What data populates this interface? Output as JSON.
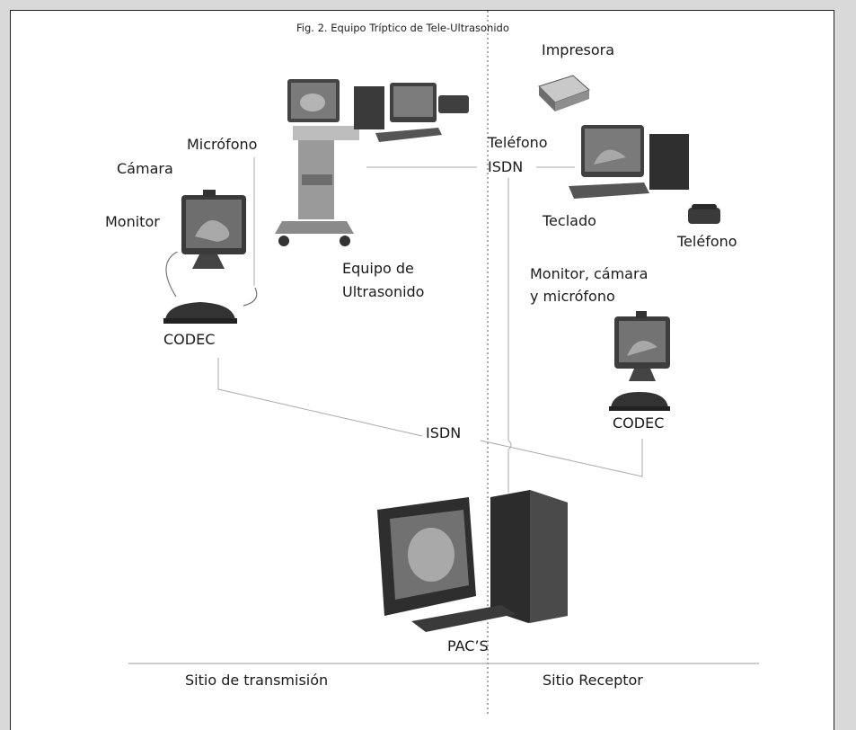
{
  "figure": {
    "title": "Fig. 2. Equipo Tríptico de Tele-Ultrasonido"
  },
  "transmit_site": {
    "camera": "Cámara",
    "microphone": "Micrófono",
    "monitor": "Monitor",
    "codec": "CODEC",
    "ultrasound_line1": "Equipo de",
    "ultrasound_line2": "Ultrasonido"
  },
  "receiver_site": {
    "printer": "Impresora",
    "telephone_top": "Teléfono",
    "isdn_top": "ISDN",
    "keyboard": "Teclado",
    "telephone_right": "Teléfono",
    "monitor_cam_mic_line1": "Monitor, cámara",
    "monitor_cam_mic_line2": "y micrófono",
    "codec": "CODEC"
  },
  "network": {
    "isdn_middle": "ISDN",
    "pacs": "PAC’S"
  },
  "footer": {
    "left": "Sitio de transmisión",
    "right": "Sitio Receptor"
  }
}
